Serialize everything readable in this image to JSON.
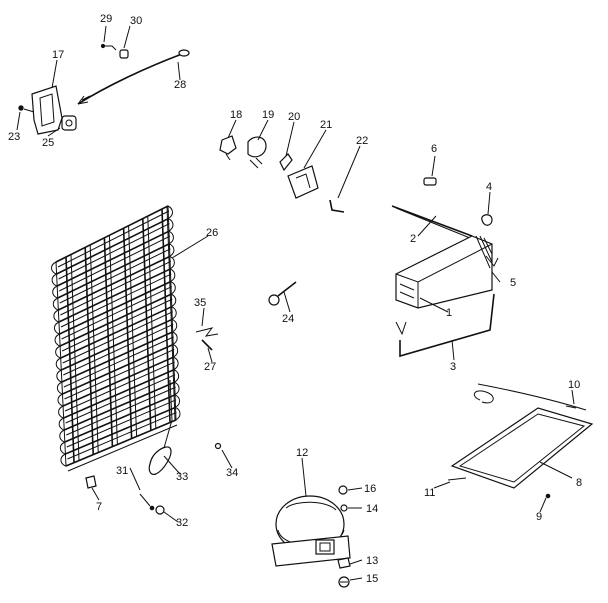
{
  "callouts": [
    {
      "id": "1",
      "label": "1"
    },
    {
      "id": "2",
      "label": "2"
    },
    {
      "id": "3",
      "label": "3"
    },
    {
      "id": "4",
      "label": "4"
    },
    {
      "id": "5",
      "label": "5"
    },
    {
      "id": "6",
      "label": "6"
    },
    {
      "id": "7",
      "label": "7"
    },
    {
      "id": "8",
      "label": "8"
    },
    {
      "id": "9",
      "label": "9"
    },
    {
      "id": "10",
      "label": "10"
    },
    {
      "id": "11",
      "label": "11"
    },
    {
      "id": "12",
      "label": "12"
    },
    {
      "id": "13",
      "label": "13"
    },
    {
      "id": "14",
      "label": "14"
    },
    {
      "id": "15",
      "label": "15"
    },
    {
      "id": "16",
      "label": "16"
    },
    {
      "id": "17",
      "label": "17"
    },
    {
      "id": "18",
      "label": "18"
    },
    {
      "id": "19",
      "label": "19"
    },
    {
      "id": "20",
      "label": "20"
    },
    {
      "id": "21",
      "label": "21"
    },
    {
      "id": "22",
      "label": "22"
    },
    {
      "id": "23",
      "label": "23"
    },
    {
      "id": "24",
      "label": "24"
    },
    {
      "id": "25",
      "label": "25"
    },
    {
      "id": "26",
      "label": "26"
    },
    {
      "id": "27",
      "label": "27"
    },
    {
      "id": "28",
      "label": "28"
    },
    {
      "id": "29",
      "label": "29"
    },
    {
      "id": "30",
      "label": "30"
    },
    {
      "id": "31",
      "label": "31"
    },
    {
      "id": "32",
      "label": "32"
    },
    {
      "id": "33",
      "label": "33"
    },
    {
      "id": "34",
      "label": "34"
    },
    {
      "id": "35",
      "label": "35"
    }
  ]
}
